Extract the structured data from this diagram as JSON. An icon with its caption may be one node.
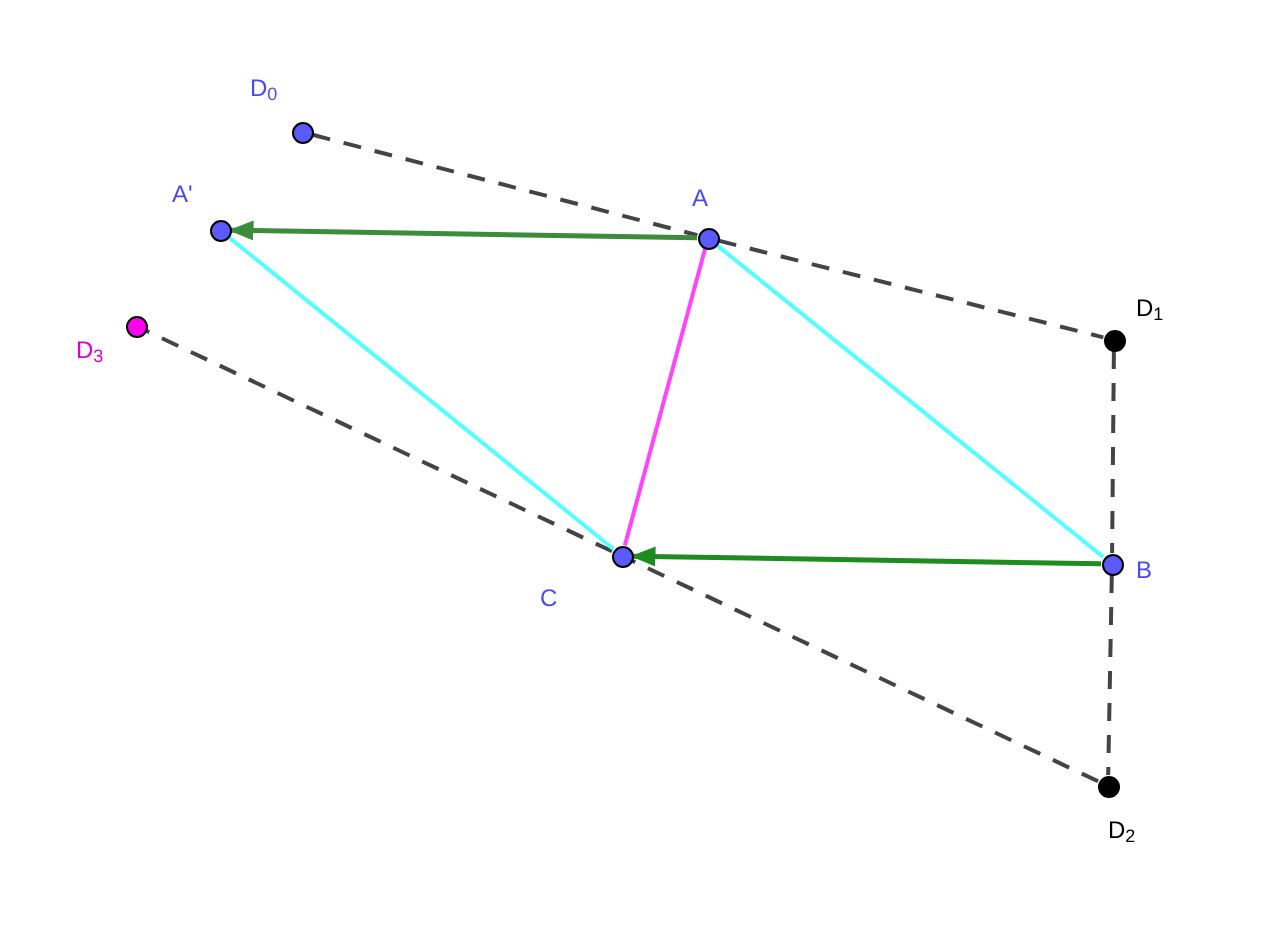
{
  "diagram": {
    "nodes": [
      {
        "text": [],
        "shape": "circle",
        "beside": [
          "D$_{0}$"
        ]
      },
      {
        "text": [],
        "shape": "circle",
        "beside": [
          "A'"
        ]
      },
      {
        "text": [],
        "shape": "circle",
        "beside": [
          "A"
        ]
      },
      {
        "text": [],
        "shape": "circle",
        "beside": [
          "D$_{1}$"
        ]
      },
      {
        "text": [],
        "shape": "circle",
        "beside": [
          "D$_{3}$"
        ]
      },
      {
        "text": [],
        "shape": "circle",
        "beside": [
          "C"
        ]
      },
      {
        "text": [],
        "shape": "circle",
        "beside": [
          "B"
        ]
      },
      {
        "text": [],
        "shape": "circle",
        "beside": [
          "D$_{2}$"
        ]
      }
    ],
    "edges": [
      {
        "from": 0,
        "to": 2,
        "arrow": "none",
        "style": "dashed",
        "color": "#444444"
      },
      {
        "from": 2,
        "to": 3,
        "arrow": "none",
        "style": "dashed",
        "color": "#444444"
      },
      {
        "from": 3,
        "to": 6,
        "arrow": "none",
        "style": "dashed",
        "color": "#444444"
      },
      {
        "from": 6,
        "to": 7,
        "arrow": "none",
        "style": "dashed",
        "color": "#444444"
      },
      {
        "from": 7,
        "to": 5,
        "arrow": "none",
        "style": "dashed",
        "color": "#444444"
      },
      {
        "from": 5,
        "to": 4,
        "arrow": "none",
        "style": "dashed",
        "color": "#444444"
      },
      {
        "from": 2,
        "to": 1,
        "arrow": "to",
        "color": "#3c8c3c"
      },
      {
        "from": 6,
        "to": 5,
        "arrow": "to",
        "color": "#1e8c1e"
      },
      {
        "from": 2,
        "to": 5,
        "arrow": "none",
        "color": "#ff44ff"
      },
      {
        "from": 1,
        "to": 5,
        "arrow": "none",
        "color": "#55ffff"
      },
      {
        "from": 2,
        "to": 6,
        "arrow": "none",
        "color": "#55ffff"
      }
    ]
  }
}
